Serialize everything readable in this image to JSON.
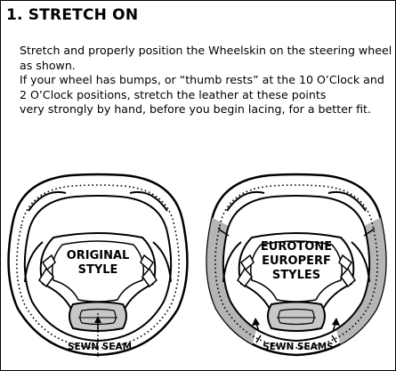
{
  "heading": "1. STRETCH ON",
  "body_lines": [
    "Stretch and properly position the Wheelskin on the steering wheel",
    "as shown.",
    "If your wheel has bumps, or “thumb rests” at the 10 O’Clock and",
    "2 O’Clock positions, stretch the leather at these points",
    "very strongly by hand, before you begin lacing, for a better fit."
  ],
  "wheels": {
    "left": {
      "label_lines": [
        "ORIGINAL",
        "STYLE"
      ],
      "caption": "SEWN SEAM"
    },
    "right": {
      "label_lines": [
        "EUROTONE",
        "EUROPERF",
        "STYLES"
      ],
      "caption": "SEWN SEAMS"
    }
  },
  "colors": {
    "ink": "#000000",
    "leather_accent": "#b5b5b5",
    "wheel_fill": "#ffffff"
  }
}
